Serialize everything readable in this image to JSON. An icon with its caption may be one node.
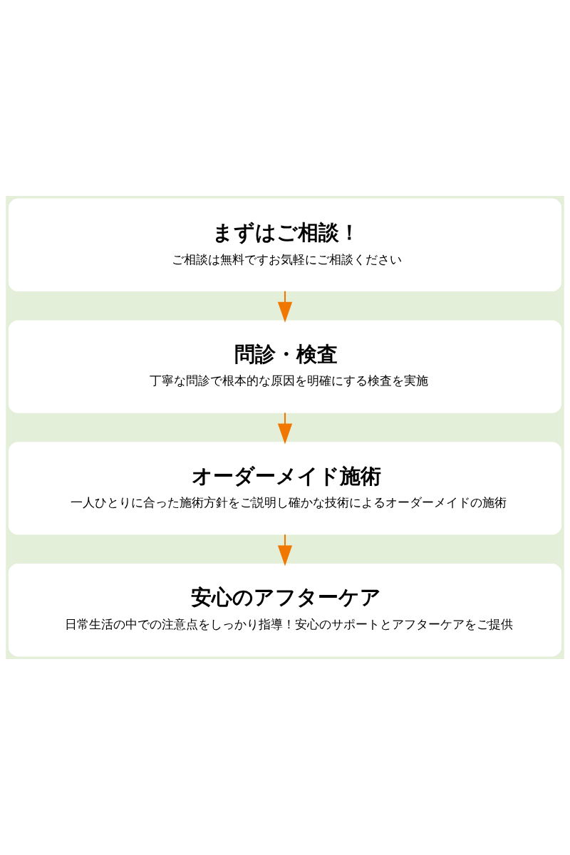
{
  "diagram": {
    "nodes": [
      {
        "text": [
          "まずはご相談！",
          "ご相談は無料ですお気軽にご相談ください"
        ]
      },
      {
        "text": [
          "問診・検査",
          "丁寧な問診で根本的な原因を明確にする検査を実施"
        ]
      },
      {
        "text": [
          "オーダーメイド施術",
          "一人ひとりに合った施術方針をご説明し確かな技術によるオーダーメイドの施術"
        ]
      },
      {
        "text": [
          "安心のアフターケア",
          "日常生活の中での注意点をしっかり指導！安心のサポートとアフターケアをご提供"
        ]
      }
    ],
    "edges": [
      {
        "from": 0,
        "to": 1,
        "arrow": "to"
      },
      {
        "from": 1,
        "to": 2,
        "arrow": "to"
      },
      {
        "from": 2,
        "to": 3,
        "arrow": "to"
      }
    ]
  }
}
